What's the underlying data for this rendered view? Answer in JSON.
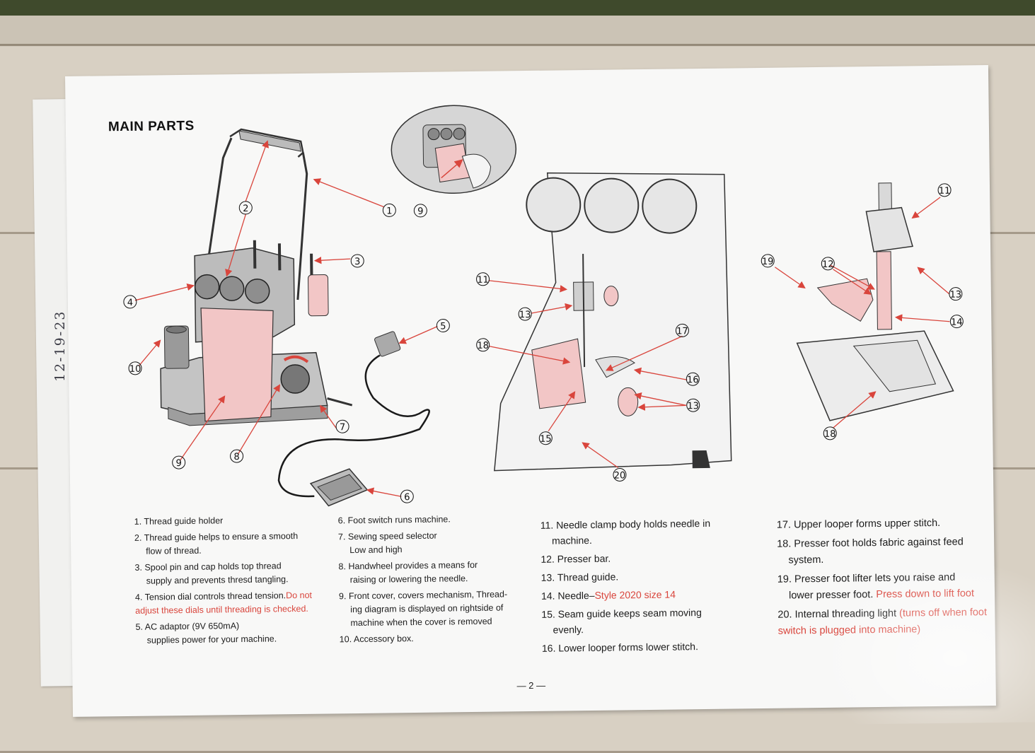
{
  "title": "MAIN PARTS",
  "handwriting": "12-19-23",
  "page_number": "— 2 —",
  "callouts": [
    "1",
    "2",
    "3",
    "4",
    "5",
    "6",
    "7",
    "8",
    "9",
    "9",
    "10",
    "11",
    "11",
    "12",
    "13",
    "13",
    "13",
    "14",
    "15",
    "16",
    "17",
    "18",
    "18",
    "19",
    "20"
  ],
  "parts_col1": [
    {
      "n": "1.",
      "text": "Thread guide holder",
      "cont": "",
      "red": ""
    },
    {
      "n": "2.",
      "text": "Thread guide helps to ensure a smooth",
      "cont": "flow of thread.",
      "red": ""
    },
    {
      "n": "3.",
      "text": "Spool pin and cap holds top thread",
      "cont": "supply and prevents thresd tangling.",
      "red": ""
    },
    {
      "n": "4.",
      "text": "Tension dial controls thread tension.",
      "cont": "",
      "red": "Do not adjust these dials until threading is checked."
    },
    {
      "n": "5.",
      "text": "AC adaptor (9V 650mA)",
      "cont": "supplies power for your machine.",
      "red": ""
    }
  ],
  "parts_col2": [
    {
      "n": "6.",
      "text": "Foot switch runs machine.",
      "cont": "",
      "red": ""
    },
    {
      "n": "7.",
      "text": "Sewing speed selector",
      "cont": "Low and high",
      "red": ""
    },
    {
      "n": "8.",
      "text": "Handwheel provides a means for",
      "cont": "raising or lowering the needle.",
      "red": ""
    },
    {
      "n": "9.",
      "text": "Front cover, covers mechanism, Thread-",
      "cont": "ing diagram is displayed on rightside of machine when the cover is removed",
      "red": ""
    },
    {
      "n": "10.",
      "text": "Accessory box.",
      "cont": "",
      "red": ""
    }
  ],
  "parts_col3": [
    {
      "n": "11.",
      "text": "Needle clamp body holds needle in",
      "cont": "machine.",
      "red": ""
    },
    {
      "n": "12.",
      "text": "Presser bar.",
      "cont": "",
      "red": ""
    },
    {
      "n": "13.",
      "text": "Thread guide.",
      "cont": "",
      "red": ""
    },
    {
      "n": "14.",
      "text": "Needle–",
      "cont": "",
      "red": "Style 2020 size 14"
    },
    {
      "n": "15.",
      "text": "Seam guide keeps seam moving",
      "cont": "evenly.",
      "red": ""
    },
    {
      "n": "16.",
      "text": "Lower looper forms lower stitch.",
      "cont": "",
      "red": ""
    }
  ],
  "parts_col4": [
    {
      "n": "17.",
      "text": "Upper looper forms upper stitch.",
      "cont": "",
      "red": ""
    },
    {
      "n": "18.",
      "text": "Presser foot holds fabric against feed",
      "cont": "system.",
      "red": ""
    },
    {
      "n": "19.",
      "text": "Presser foot lifter lets you raise and",
      "cont": "lower presser foot.",
      "red": "Press down to lift foot"
    },
    {
      "n": "20.",
      "text": "Internal threading light",
      "cont": "",
      "red": "(turns off when foot switch is plugged into machine)"
    }
  ],
  "colors": {
    "accent": "#d9453c",
    "pink": "#f2c6c6",
    "machine": "#c9c9c9"
  }
}
